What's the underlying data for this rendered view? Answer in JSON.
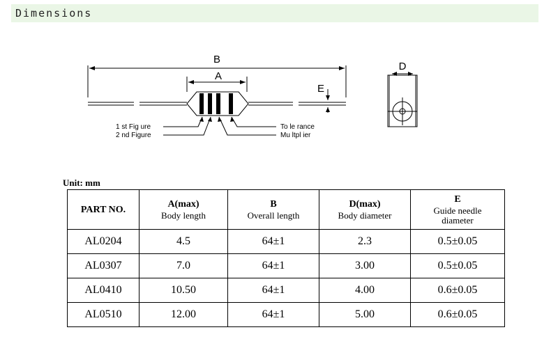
{
  "header": {
    "title": "Dimensions"
  },
  "diagram": {
    "label_b": "B",
    "label_a": "A",
    "label_e": "E",
    "label_d": "D",
    "label_first_figure": "1 st Fig ure",
    "label_second_figure": "2 nd Figure",
    "label_tolerance": "To le rance",
    "label_multiplier": "Mu ltpl ier"
  },
  "unit": "Unit: mm",
  "table": {
    "headers": {
      "part": "PART NO.",
      "a_main": "A(max)",
      "a_sub": "Body length",
      "b_main": "B",
      "b_sub": "Overall length",
      "d_main": "D(max)",
      "d_sub": "Body diameter",
      "e_main": "E",
      "e_sub1": "Guide needle",
      "e_sub2": "diameter"
    },
    "rows": [
      {
        "part": "AL0204",
        "a": "4.5",
        "b": "64±1",
        "d": "2.3",
        "e": "0.5±0.05"
      },
      {
        "part": "AL0307",
        "a": "7.0",
        "b": "64±1",
        "d": "3.00",
        "e": "0.5±0.05"
      },
      {
        "part": "AL0410",
        "a": "10.50",
        "b": "64±1",
        "d": "4.00",
        "e": "0.6±0.05"
      },
      {
        "part": "AL0510",
        "a": "12.00",
        "b": "64±1",
        "d": "5.00",
        "e": "0.6±0.05"
      }
    ]
  }
}
